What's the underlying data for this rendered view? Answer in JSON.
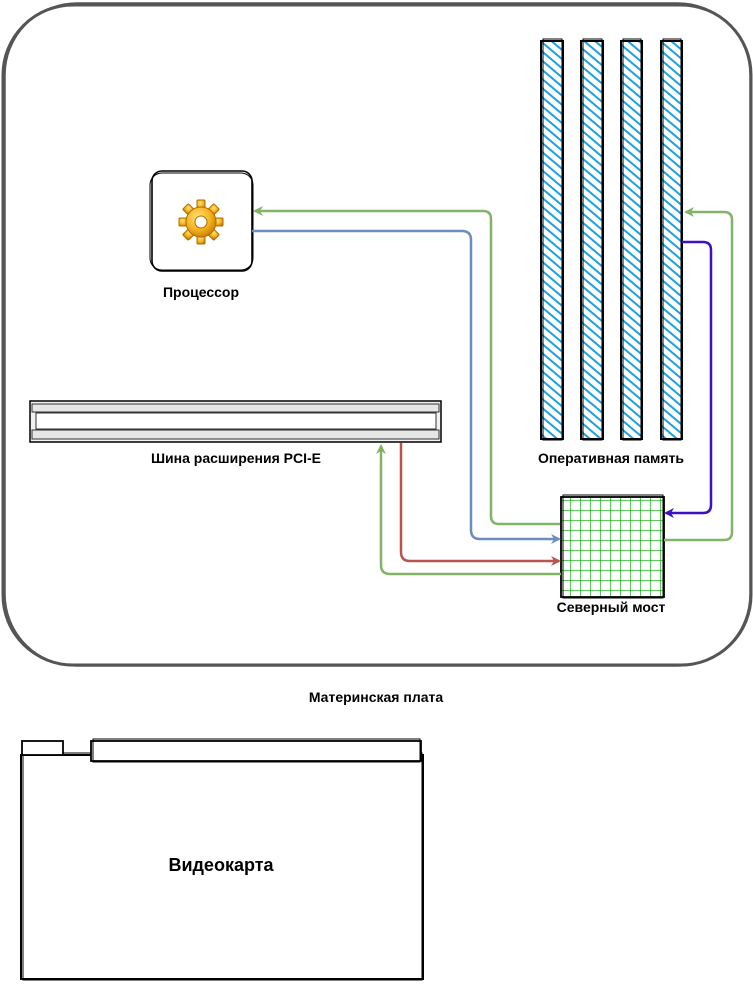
{
  "labels": {
    "processor": "Процессор",
    "pcie_bus": "Шина расширения PCI-E",
    "ram": "Оперативная память",
    "northbridge": "Северный мост",
    "motherboard": "Материнская плата",
    "gpu": "Видеокарта"
  },
  "ram_sticks": 4,
  "colors": {
    "green_arrow": "#82b366",
    "blue_arrow": "#6c8ebf",
    "red_arrow": "#b85450",
    "purple_arrow": "#3d11c1",
    "ram_fill": "#1ba1e2",
    "northbridge_fill": "#00aa00",
    "board_stroke": "#555555"
  },
  "icons": {
    "processor": "gear-icon"
  }
}
